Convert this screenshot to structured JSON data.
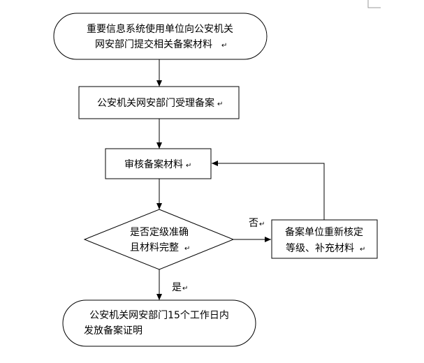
{
  "flowchart": {
    "nodes": {
      "start": {
        "shape": "rounded",
        "lines": [
          "重要信息系统使用单位向公安机关",
          "网安部门提交相关备案材料"
        ]
      },
      "accept": {
        "shape": "rect",
        "lines": [
          "公安机关网安部门受理备案"
        ]
      },
      "review": {
        "shape": "rect",
        "lines": [
          "审核备案材料"
        ]
      },
      "decision": {
        "shape": "diamond",
        "lines": [
          "是否定级准确",
          "且材料完整"
        ]
      },
      "redo": {
        "shape": "rect",
        "lines": [
          "备案单位重新核定",
          "等级、补充材料"
        ]
      },
      "end": {
        "shape": "rounded",
        "lines": [
          "公安机关网安部门15个工作日内",
          "发放备案证明"
        ]
      }
    },
    "edges": [
      {
        "from": "start",
        "to": "accept",
        "label": ""
      },
      {
        "from": "accept",
        "to": "review",
        "label": ""
      },
      {
        "from": "review",
        "to": "decision",
        "label": ""
      },
      {
        "from": "decision",
        "to": "redo",
        "label": "否"
      },
      {
        "from": "redo",
        "to": "review",
        "label": ""
      },
      {
        "from": "decision",
        "to": "end",
        "label": "是"
      }
    ],
    "paragraph_mark": "↵"
  }
}
